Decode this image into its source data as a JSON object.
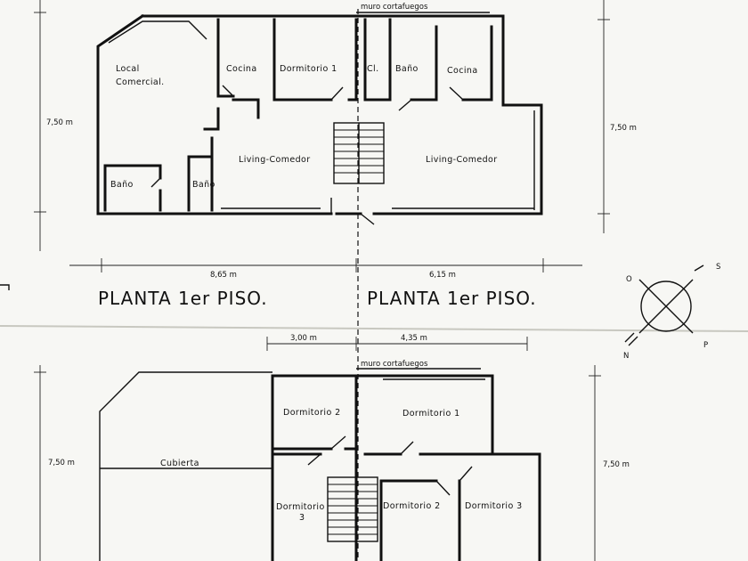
{
  "upper_plan": {
    "firewall_label": "muro cortafuegos",
    "left_unit": {
      "local": "Local Comercial.",
      "cocina": "Cocina",
      "dormitorio": "Dormitorio 1",
      "bano_left": "Baño",
      "bano_small": "Baño",
      "living": "Living-Comedor"
    },
    "right_unit": {
      "closet": "Cl.",
      "bano": "Baño",
      "cocina": "Cocina",
      "living": "Living-Comedor"
    },
    "dims": {
      "height_left": "7,50 m",
      "height_right": "7,50 m",
      "width_left": "8,65 m",
      "width_right": "6,15 m"
    }
  },
  "titles": {
    "left": "PLANTA 1er PISO.",
    "right": "PLANTA 1er PISO."
  },
  "compass": {
    "o": "O",
    "s": "S",
    "p": "P",
    "n": "N"
  },
  "lower_plan": {
    "firewall_label": "muro cortafuegos",
    "dims": {
      "width_left": "3,00 m",
      "width_right": "4,35 m",
      "height_left": "7,50 m",
      "height_right": "7,50 m"
    },
    "left_unit": {
      "cubierta": "Cubierta",
      "dormitorio2": "Dormitorio 2",
      "dormitorio3": "Dormitorio 3"
    },
    "right_unit": {
      "dormitorio1": "Dormitorio 1",
      "dormitorio2": "Dormitorio 2",
      "dormitorio3": "Dormitorio 3"
    }
  }
}
